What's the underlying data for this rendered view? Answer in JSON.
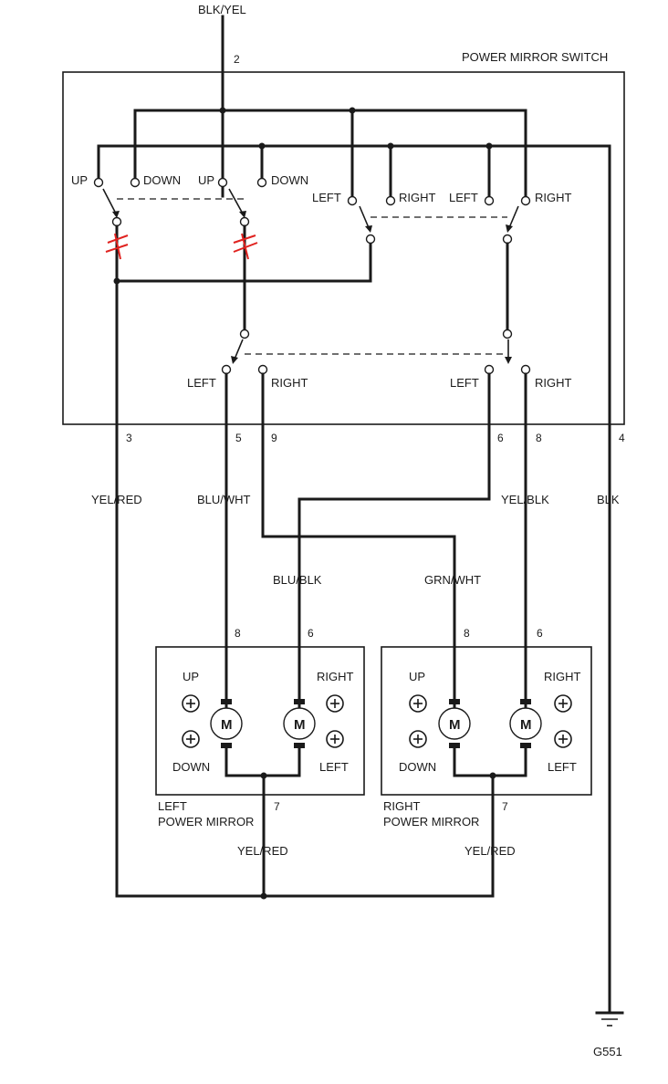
{
  "wires": {
    "feed": "BLK/YEL",
    "pin3": "YEL/RED",
    "pin5": "BLU/WHT",
    "pin6": "YEL/BLK",
    "pin4": "BLK",
    "left_right": "BLU/BLK",
    "right_up": "GRN/WHT",
    "left_common": "YEL/RED",
    "right_common": "YEL/RED"
  },
  "switch": {
    "title": "POWER MIRROR SWITCH",
    "up1": "UP",
    "down1": "DOWN",
    "up2": "UP",
    "down2": "DOWN",
    "left1": "LEFT",
    "right1": "RIGHT",
    "left2": "LEFT",
    "right2": "RIGHT",
    "sel_left1": "LEFT",
    "sel_right1": "RIGHT",
    "sel_left2": "LEFT",
    "sel_right2": "RIGHT"
  },
  "pins": {
    "p2": "2",
    "p3": "3",
    "p5": "5",
    "p9": "9",
    "p6": "6",
    "p8": "8",
    "p4": "4",
    "lm8": "8",
    "lm6": "6",
    "lm7": "7",
    "rm8": "8",
    "rm6": "6",
    "rm7": "7"
  },
  "left_mirror": {
    "up": "UP",
    "down": "DOWN",
    "right": "RIGHT",
    "left": "LEFT",
    "motor": "M",
    "name_line1": "LEFT",
    "name_line2": "POWER MIRROR"
  },
  "right_mirror": {
    "up": "UP",
    "down": "DOWN",
    "right": "RIGHT",
    "left": "LEFT",
    "motor": "M",
    "name_line1": "RIGHT",
    "name_line2": "POWER MIRROR"
  },
  "ground": "G551",
  "colors": {
    "line": "#1a1a1a",
    "annotation": "#e0221f"
  }
}
